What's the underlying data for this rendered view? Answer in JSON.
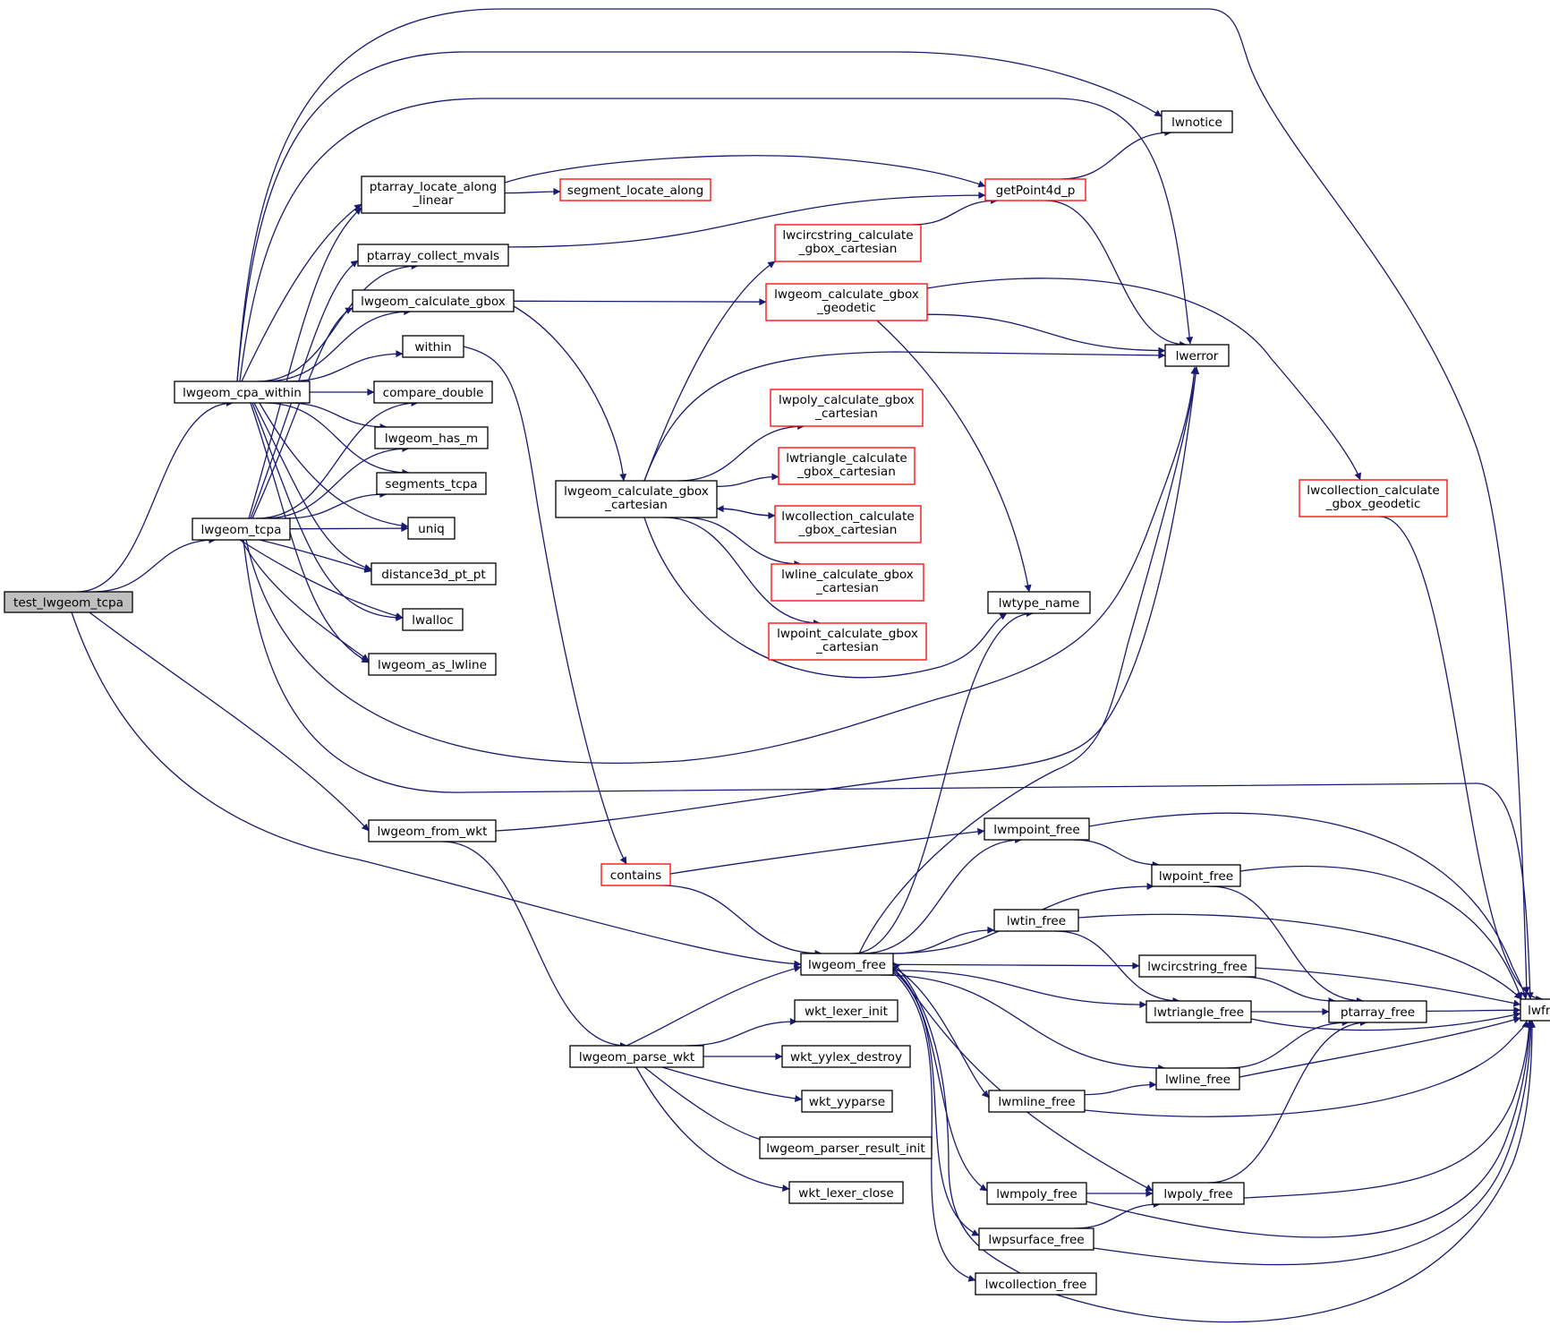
{
  "nodes": {
    "test_lwgeom_tcpa": [
      "test_lwgeom_tcpa"
    ],
    "lwgeom_cpa_within": [
      "lwgeom_cpa_within"
    ],
    "lwgeom_tcpa": [
      "lwgeom_tcpa"
    ],
    "lwgeom_from_wkt": [
      "lwgeom_from_wkt"
    ],
    "ptarray_locate_along_linear": [
      "ptarray_locate_along",
      "_linear"
    ],
    "ptarray_collect_mvals": [
      "ptarray_collect_mvals"
    ],
    "lwgeom_calculate_gbox": [
      "lwgeom_calculate_gbox"
    ],
    "within": [
      "within"
    ],
    "compare_double": [
      "compare_double"
    ],
    "lwgeom_has_m": [
      "lwgeom_has_m"
    ],
    "segments_tcpa": [
      "segments_tcpa"
    ],
    "uniq": [
      "uniq"
    ],
    "distance3d_pt_pt": [
      "distance3d_pt_pt"
    ],
    "lwalloc": [
      "lwalloc"
    ],
    "lwgeom_as_lwline": [
      "lwgeom_as_lwline"
    ],
    "segment_locate_along": [
      "segment_locate_along"
    ],
    "getPoint4d_p": [
      "getPoint4d_p"
    ],
    "lwnotice": [
      "lwnotice"
    ],
    "lwerror": [
      "lwerror"
    ],
    "lwfree": [
      "lwfree"
    ],
    "lwcircstring_calculate_gbox_cartesian": [
      "lwcircstring_calculate",
      "_gbox_cartesian"
    ],
    "lwgeom_calculate_gbox_geodetic": [
      "lwgeom_calculate_gbox",
      "_geodetic"
    ],
    "lwgeom_calculate_gbox_cartesian": [
      "lwgeom_calculate_gbox",
      "_cartesian"
    ],
    "lwpoly_calculate_gbox_cartesian": [
      "lwpoly_calculate_gbox",
      "_cartesian"
    ],
    "lwtriangle_calculate_gbox_cartesian": [
      "lwtriangle_calculate",
      "_gbox_cartesian"
    ],
    "lwcollection_calculate_gbox_cartesian": [
      "lwcollection_calculate",
      "_gbox_cartesian"
    ],
    "lwline_calculate_gbox_cartesian": [
      "lwline_calculate_gbox",
      "_cartesian"
    ],
    "lwpoint_calculate_gbox_cartesian": [
      "lwpoint_calculate_gbox",
      "_cartesian"
    ],
    "lwtype_name": [
      "lwtype_name"
    ],
    "lwcollection_calculate_gbox_geodetic": [
      "lwcollection_calculate",
      "_gbox_geodetic"
    ],
    "contains": [
      "contains"
    ],
    "lwgeom_free": [
      "lwgeom_free"
    ],
    "lwmpoint_free": [
      "lwmpoint_free"
    ],
    "lwpoint_free": [
      "lwpoint_free"
    ],
    "lwtin_free": [
      "lwtin_free"
    ],
    "lwcircstring_free": [
      "lwcircstring_free"
    ],
    "lwtriangle_free": [
      "lwtriangle_free"
    ],
    "ptarray_free": [
      "ptarray_free"
    ],
    "lwline_free": [
      "lwline_free"
    ],
    "lwmline_free": [
      "lwmline_free"
    ],
    "lwmpoly_free": [
      "lwmpoly_free"
    ],
    "lwpoly_free": [
      "lwpoly_free"
    ],
    "lwpsurface_free": [
      "lwpsurface_free"
    ],
    "lwcollection_free": [
      "lwcollection_free"
    ],
    "lwgeom_parse_wkt": [
      "lwgeom_parse_wkt"
    ],
    "wkt_lexer_init": [
      "wkt_lexer_init"
    ],
    "wkt_yylex_destroy": [
      "wkt_yylex_destroy"
    ],
    "wkt_yyparse": [
      "wkt_yyparse"
    ],
    "lwgeom_parser_result_init": [
      "lwgeom_parser_result_init"
    ],
    "wkt_lexer_close": [
      "wkt_lexer_close"
    ]
  },
  "root": "test_lwgeom_tcpa",
  "highlighted": [
    "segment_locate_along",
    "getPoint4d_p",
    "lwcircstring_calculate_gbox_cartesian",
    "lwgeom_calculate_gbox_geodetic",
    "lwpoly_calculate_gbox_cartesian",
    "lwtriangle_calculate_gbox_cartesian",
    "lwcollection_calculate_gbox_cartesian",
    "lwline_calculate_gbox_cartesian",
    "lwpoint_calculate_gbox_cartesian",
    "lwcollection_calculate_gbox_geodetic",
    "contains"
  ],
  "edges": [
    [
      "test_lwgeom_tcpa",
      "lwgeom_cpa_within"
    ],
    [
      "test_lwgeom_tcpa",
      "lwgeom_tcpa"
    ],
    [
      "test_lwgeom_tcpa",
      "lwgeom_from_wkt"
    ],
    [
      "test_lwgeom_tcpa",
      "lwgeom_free"
    ],
    [
      "lwgeom_cpa_within",
      "ptarray_locate_along_linear"
    ],
    [
      "lwgeom_cpa_within",
      "ptarray_collect_mvals"
    ],
    [
      "lwgeom_cpa_within",
      "lwgeom_calculate_gbox"
    ],
    [
      "lwgeom_cpa_within",
      "within"
    ],
    [
      "lwgeom_cpa_within",
      "compare_double"
    ],
    [
      "lwgeom_cpa_within",
      "lwgeom_has_m"
    ],
    [
      "lwgeom_cpa_within",
      "segments_tcpa"
    ],
    [
      "lwgeom_cpa_within",
      "uniq"
    ],
    [
      "lwgeom_cpa_within",
      "distance3d_pt_pt"
    ],
    [
      "lwgeom_cpa_within",
      "lwalloc"
    ],
    [
      "lwgeom_cpa_within",
      "lwgeom_as_lwline"
    ],
    [
      "lwgeom_cpa_within",
      "lwnotice"
    ],
    [
      "lwgeom_cpa_within",
      "lwerror"
    ],
    [
      "lwgeom_cpa_within",
      "lwfree"
    ],
    [
      "lwgeom_tcpa",
      "ptarray_locate_along_linear"
    ],
    [
      "lwgeom_tcpa",
      "ptarray_collect_mvals"
    ],
    [
      "lwgeom_tcpa",
      "lwgeom_calculate_gbox"
    ],
    [
      "lwgeom_tcpa",
      "compare_double"
    ],
    [
      "lwgeom_tcpa",
      "lwgeom_has_m"
    ],
    [
      "lwgeom_tcpa",
      "segments_tcpa"
    ],
    [
      "lwgeom_tcpa",
      "uniq"
    ],
    [
      "lwgeom_tcpa",
      "distance3d_pt_pt"
    ],
    [
      "lwgeom_tcpa",
      "lwalloc"
    ],
    [
      "lwgeom_tcpa",
      "lwgeom_as_lwline"
    ],
    [
      "lwgeom_tcpa",
      "lwerror"
    ],
    [
      "lwgeom_tcpa",
      "lwfree"
    ],
    [
      "lwgeom_from_wkt",
      "lwerror"
    ],
    [
      "lwgeom_from_wkt",
      "lwgeom_parse_wkt"
    ],
    [
      "ptarray_locate_along_linear",
      "segment_locate_along"
    ],
    [
      "ptarray_locate_along_linear",
      "getPoint4d_p"
    ],
    [
      "ptarray_collect_mvals",
      "getPoint4d_p"
    ],
    [
      "lwgeom_calculate_gbox",
      "lwgeom_calculate_gbox_geodetic"
    ],
    [
      "lwgeom_calculate_gbox",
      "lwgeom_calculate_gbox_cartesian"
    ],
    [
      "within",
      "contains"
    ],
    [
      "getPoint4d_p",
      "lwnotice"
    ],
    [
      "getPoint4d_p",
      "lwerror"
    ],
    [
      "lwcircstring_calculate_gbox_cartesian",
      "getPoint4d_p"
    ],
    [
      "lwgeom_calculate_gbox_geodetic",
      "lwerror"
    ],
    [
      "lwgeom_calculate_gbox_geodetic",
      "lwtype_name"
    ],
    [
      "lwgeom_calculate_gbox_geodetic",
      "lwcollection_calculate_gbox_geodetic"
    ],
    [
      "lwgeom_calculate_gbox_cartesian",
      "lwcircstring_calculate_gbox_cartesian"
    ],
    [
      "lwgeom_calculate_gbox_cartesian",
      "lwerror"
    ],
    [
      "lwgeom_calculate_gbox_cartesian",
      "lwpoly_calculate_gbox_cartesian"
    ],
    [
      "lwgeom_calculate_gbox_cartesian",
      "lwtriangle_calculate_gbox_cartesian"
    ],
    [
      "lwgeom_calculate_gbox_cartesian",
      "lwcollection_calculate_gbox_cartesian"
    ],
    [
      "lwgeom_calculate_gbox_cartesian",
      "lwline_calculate_gbox_cartesian"
    ],
    [
      "lwgeom_calculate_gbox_cartesian",
      "lwpoint_calculate_gbox_cartesian"
    ],
    [
      "lwgeom_calculate_gbox_cartesian",
      "lwtype_name"
    ],
    [
      "lwcollection_calculate_gbox_cartesian",
      "lwgeom_calculate_gbox_cartesian"
    ],
    [
      "lwcollection_calculate_gbox_geodetic",
      "lwfree"
    ],
    [
      "contains",
      "lwmpoint_free"
    ],
    [
      "contains",
      "lwgeom_free"
    ],
    [
      "lwgeom_free",
      "lwtype_name"
    ],
    [
      "lwgeom_free",
      "lwerror"
    ],
    [
      "lwgeom_free",
      "lwmpoint_free"
    ],
    [
      "lwgeom_free",
      "lwpoint_free"
    ],
    [
      "lwgeom_free",
      "lwtin_free"
    ],
    [
      "lwgeom_free",
      "lwcircstring_free"
    ],
    [
      "lwgeom_free",
      "lwtriangle_free"
    ],
    [
      "lwgeom_free",
      "lwline_free"
    ],
    [
      "lwgeom_free",
      "lwmline_free"
    ],
    [
      "lwgeom_free",
      "lwpoly_free"
    ],
    [
      "lwgeom_free",
      "lwmpoly_free"
    ],
    [
      "lwgeom_free",
      "lwpsurface_free"
    ],
    [
      "lwgeom_free",
      "lwcollection_free"
    ],
    [
      "lwmpoint_free",
      "lwpoint_free"
    ],
    [
      "lwmpoint_free",
      "lwfree"
    ],
    [
      "lwpoint_free",
      "ptarray_free"
    ],
    [
      "lwpoint_free",
      "lwfree"
    ],
    [
      "lwtin_free",
      "lwtriangle_free"
    ],
    [
      "lwtin_free",
      "lwfree"
    ],
    [
      "lwcircstring_free",
      "ptarray_free"
    ],
    [
      "lwcircstring_free",
      "lwfree"
    ],
    [
      "lwtriangle_free",
      "ptarray_free"
    ],
    [
      "lwtriangle_free",
      "lwfree"
    ],
    [
      "ptarray_free",
      "lwfree"
    ],
    [
      "lwline_free",
      "ptarray_free"
    ],
    [
      "lwline_free",
      "lwfree"
    ],
    [
      "lwmline_free",
      "lwline_free"
    ],
    [
      "lwmline_free",
      "lwfree"
    ],
    [
      "lwpoly_free",
      "ptarray_free"
    ],
    [
      "lwpoly_free",
      "lwfree"
    ],
    [
      "lwmpoly_free",
      "lwpoly_free"
    ],
    [
      "lwmpoly_free",
      "lwfree"
    ],
    [
      "lwpsurface_free",
      "lwpoly_free"
    ],
    [
      "lwpsurface_free",
      "lwfree"
    ],
    [
      "lwcollection_free",
      "lwgeom_free"
    ],
    [
      "lwcollection_free",
      "lwfree"
    ],
    [
      "lwgeom_parse_wkt",
      "lwgeom_free"
    ],
    [
      "lwgeom_parse_wkt",
      "wkt_lexer_init"
    ],
    [
      "lwgeom_parse_wkt",
      "wkt_yylex_destroy"
    ],
    [
      "lwgeom_parse_wkt",
      "wkt_yyparse"
    ],
    [
      "lwgeom_parse_wkt",
      "lwgeom_parser_result_init"
    ],
    [
      "lwgeom_parse_wkt",
      "wkt_lexer_close"
    ]
  ]
}
